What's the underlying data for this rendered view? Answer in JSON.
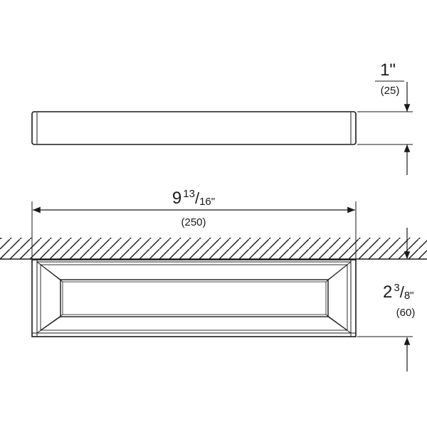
{
  "side_view": {
    "height_dimension": {
      "imperial": "1\"",
      "metric": "(25)"
    }
  },
  "top_view": {
    "width_dimension": {
      "whole": "9",
      "numerator": "13",
      "denominator": "16\"",
      "metric": "(250)"
    },
    "depth_dimension": {
      "whole": "2",
      "numerator": "3",
      "denominator": "8\"",
      "metric": "(60)"
    }
  },
  "colors": {
    "line": "#1a1a1a",
    "background": "#ffffff"
  }
}
